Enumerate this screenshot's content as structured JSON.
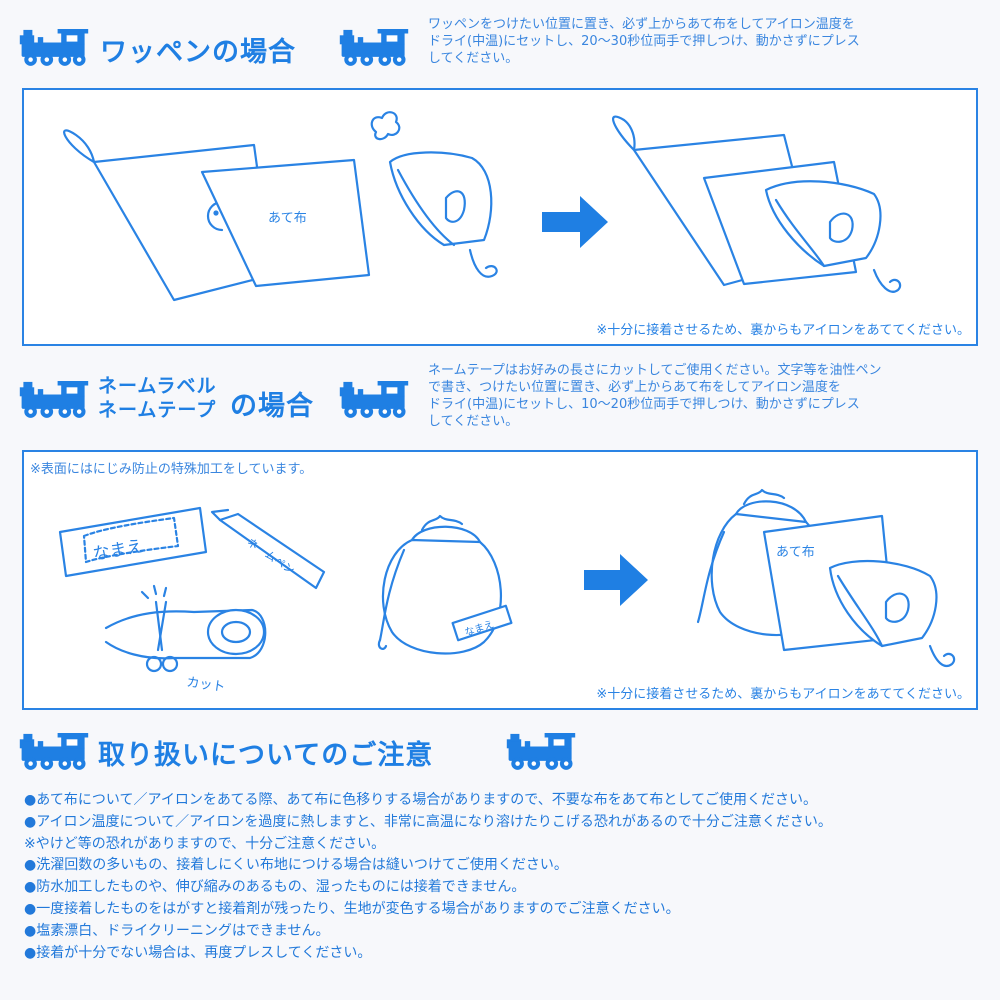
{
  "section1": {
    "title": "ワッペンの場合",
    "description_lines": [
      "ワッペンをつけたい位置に置き、必ず上からあて布をしてアイロン温度を",
      "ドライ(中温)にセットし、20～30秒位両手で押しつけ、動かさずにプレス",
      "してください。"
    ],
    "cloth_label": "あて布",
    "footnote": "※十分に接着させるため、裏からもアイロンをあててください。"
  },
  "section2": {
    "title_line1": "ネームラベル",
    "title_line2": "ネームテープ",
    "title_suffix": "の場合",
    "description_lines": [
      "ネームテープはお好みの長さにカットしてご使用ください。文字等を油性ペン",
      "で書き、つけたい位置に置き、必ず上からあて布をしてアイロン温度を",
      "ドライ(中温)にセットし、10～20秒位両手で押しつけ、動かさずにプレス",
      "してください。"
    ],
    "surface_note": "※表面にはにじみ防止の特殊加工をしています。",
    "tape_label": "なまえ",
    "pen_label": "ネームペン",
    "cut_label": "カット",
    "bag_label": "なまえ",
    "cloth_label": "あて布",
    "footnote": "※十分に接着させるため、裏からもアイロンをあててください。"
  },
  "section3": {
    "title": "取り扱いについてのご注意",
    "items": [
      "●あて布について／アイロンをあてる際、あて布に色移りする場合がありますので、不要な布をあて布としてご使用ください。",
      "●アイロン温度について／アイロンを過度に熱しますと、非常に高温になり溶けたりこげる恐れがあるので十分ご注意ください。",
      "※やけど等の恐れがありますので、十分ご注意ください。",
      "●洗濯回数の多いもの、接着しにくい布地につける場合は縫いつけてご使用ください。",
      "●防水加工したものや、伸び縮みのあるもの、湿ったものには接着できません。",
      "●一度接着したものをはがすと接着剤が残ったり、生地が変色する場合がありますのでご注意ください。",
      "●塩素漂白、ドライクリーニングはできません。",
      "●接着が十分でない場合は、再度プレスしてください。"
    ]
  },
  "colors": {
    "primary": "#1f7fe3",
    "line": "#2a83e4",
    "background": "#f7f8fb"
  }
}
